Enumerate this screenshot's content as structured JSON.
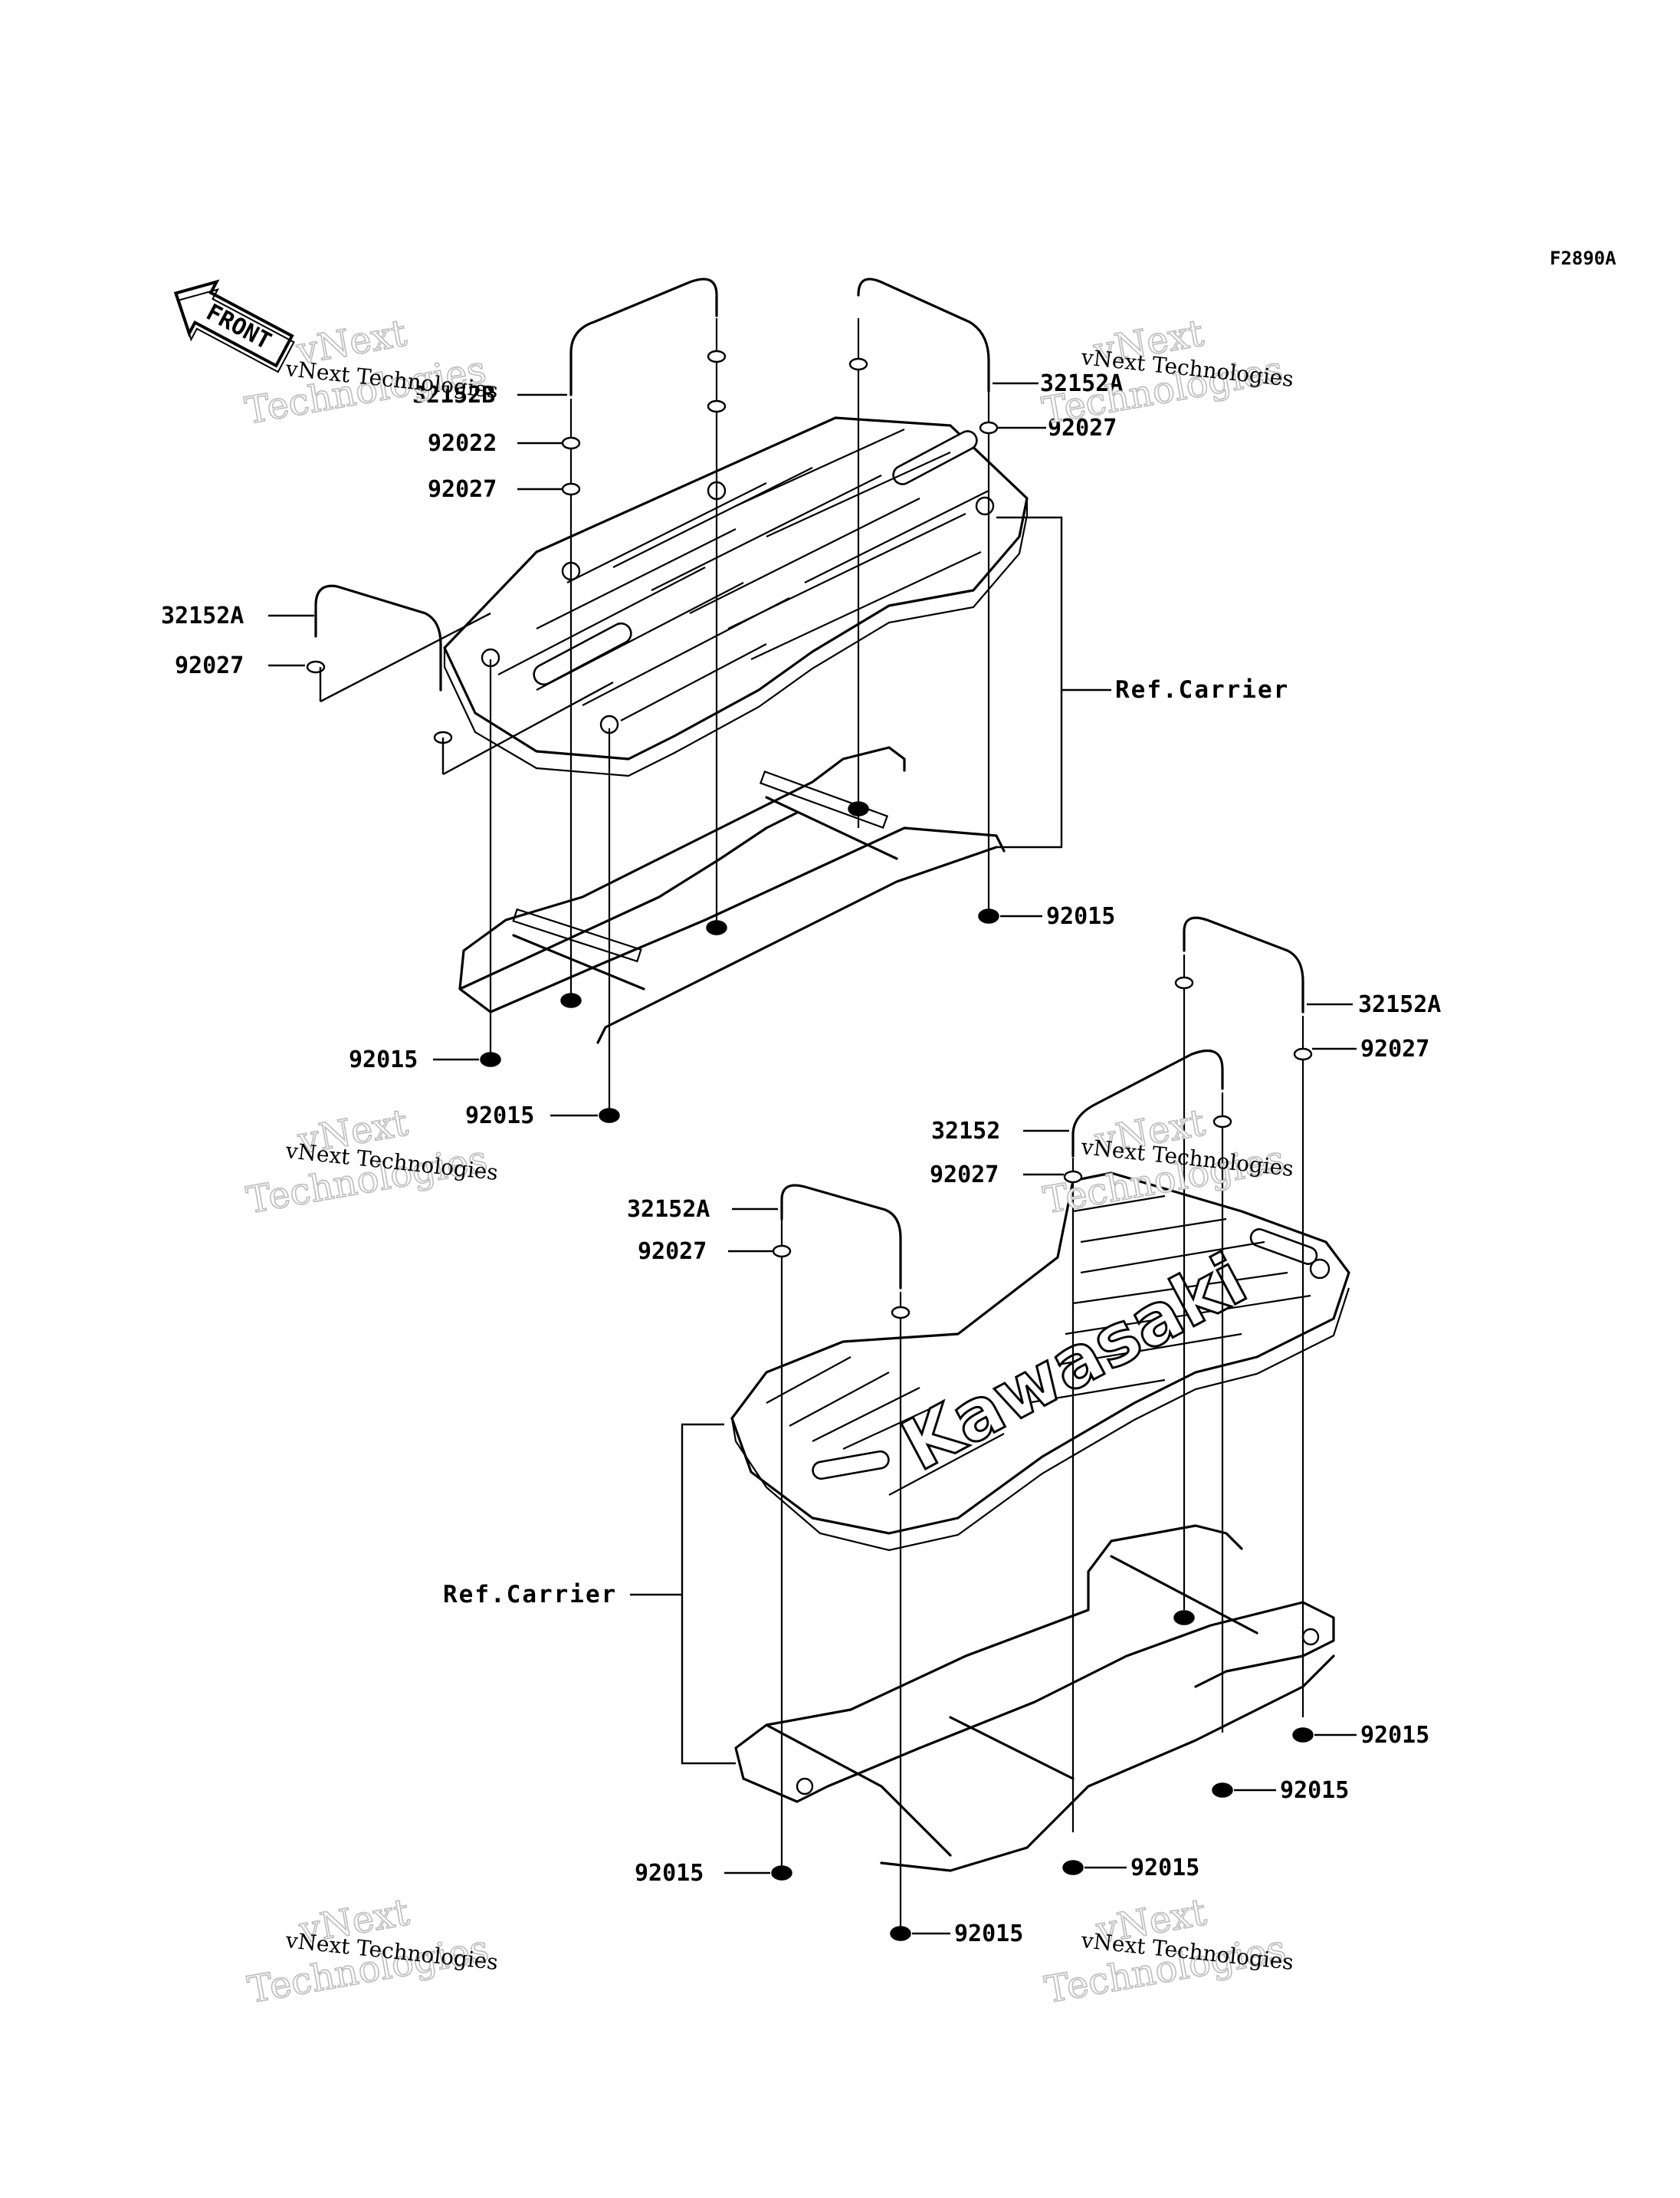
{
  "diagram_code": "F2890A",
  "front_arrow": {
    "label": "FRONT",
    "icon": "front-direction-arrow-icon"
  },
  "watermark": {
    "line1": "vNext",
    "line2": "Technologies",
    "caption": "vNext Technologies"
  },
  "top_assembly": {
    "carrier_ref": "Ref.Carrier",
    "labels": {
      "guard_left_rear": "32152B",
      "washer_a": "92022",
      "washer_b": "92027",
      "guard_right_rear": "32152A",
      "washer_right": "92027",
      "guard_left_side": "32152A",
      "washer_left_side": "92027",
      "nut_right": "92015",
      "nut_left_1": "92015",
      "nut_left_2": "92015"
    }
  },
  "bottom_assembly": {
    "carrier_ref": "Ref.Carrier",
    "brand_text": "Kawasaki",
    "labels": {
      "guard_right": "32152A",
      "washer_right": "92027",
      "guard_center": "32152",
      "washer_center": "92027",
      "guard_left": "32152A",
      "washer_left": "92027",
      "nut_1": "92015",
      "nut_2": "92015",
      "nut_3": "92015",
      "nut_4": "92015",
      "nut_5": "92015"
    }
  }
}
